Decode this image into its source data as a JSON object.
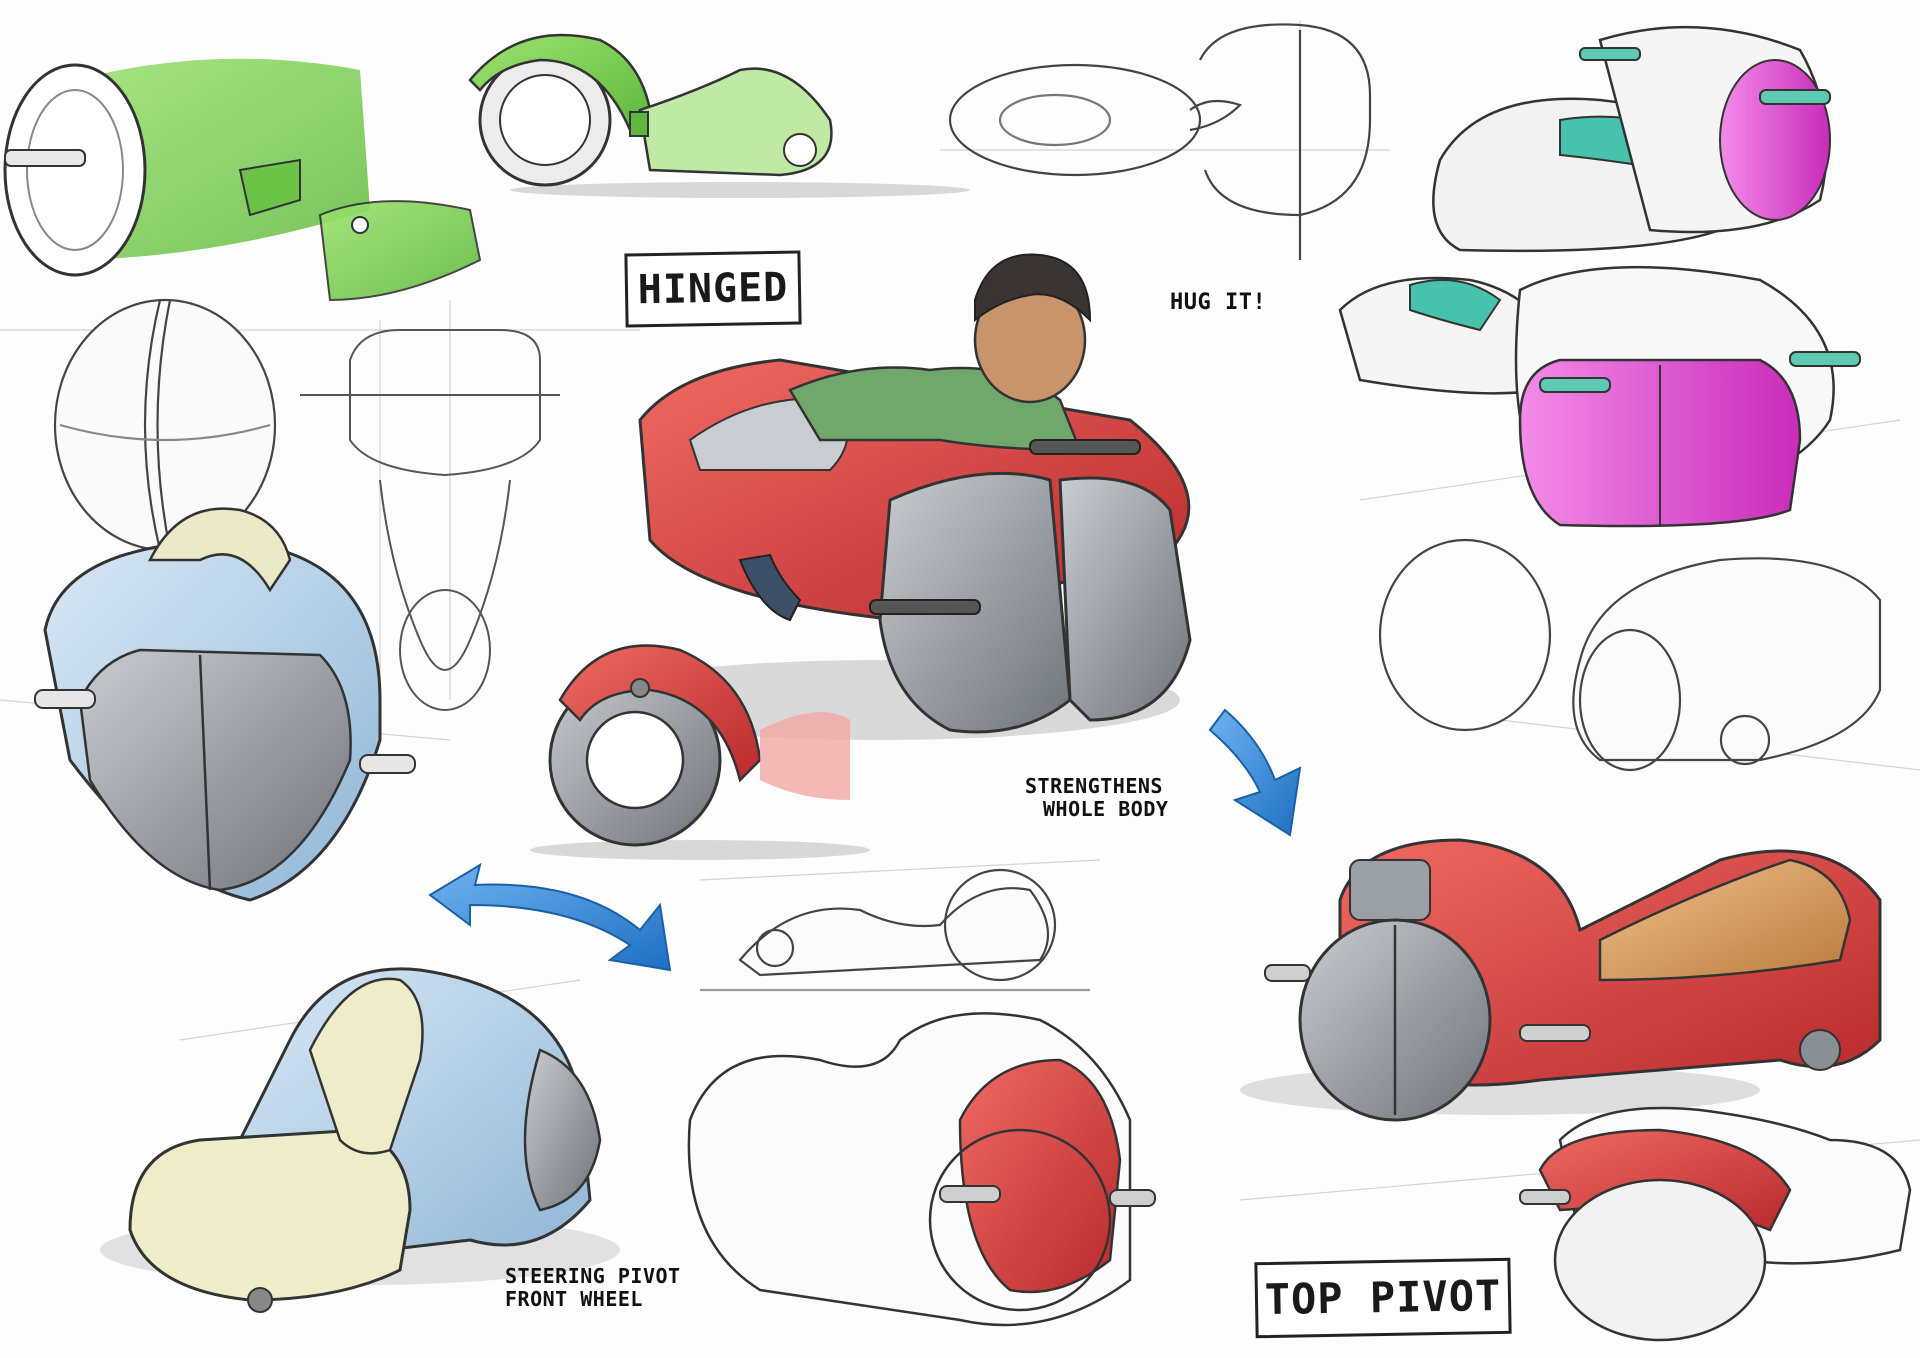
{
  "labels": {
    "hinged": "HINGED",
    "top_pivot": "TOP PIVOT"
  },
  "notes": {
    "hug_it": "HUG IT!",
    "strengthens_line1": "STRENGTHENS",
    "strengthens_line2": "WHOLE BODY",
    "steering_line1": "STEERING PIVOT",
    "steering_line2": "FRONT WHEEL"
  },
  "colors": {
    "green": "#7fd15a",
    "red": "#d9393b",
    "blue": "#bcd6ea",
    "cream": "#efeccb",
    "magenta": "#e84fd6",
    "teal": "#3bbfa6",
    "tan": "#d79b5c",
    "grey": "#8a8f96",
    "arrow": "#2f86d8"
  }
}
